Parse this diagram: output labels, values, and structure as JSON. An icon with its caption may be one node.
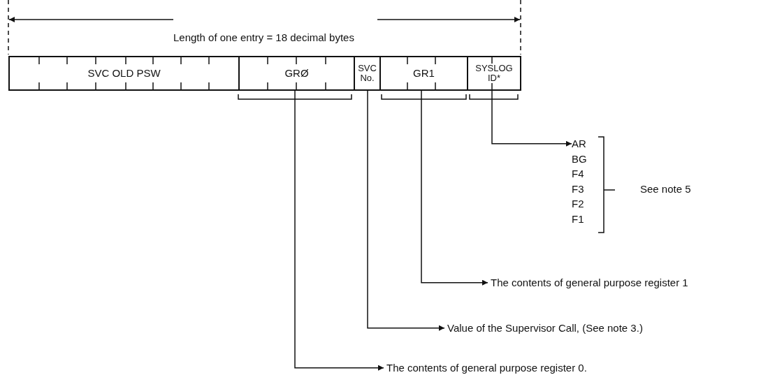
{
  "diagram": {
    "nodes": [
      {
        "text": [
          "SVC OLD PSW"
        ]
      },
      {
        "text": [
          "GRØ"
        ]
      },
      {
        "text": [
          "SVC No."
        ]
      },
      {
        "text": [
          "GR1"
        ]
      },
      {
        "text": [
          "SYSLOG ID*"
        ]
      },
      {
        "text": [
          "AR",
          "BG",
          "F4",
          "F3",
          "F2",
          "F1"
        ]
      },
      {
        "text": [
          "The contents of general purpose register 1"
        ]
      },
      {
        "text": [
          "Value of the Supervisor Call, (See note 3.)"
        ]
      },
      {
        "text": [
          "The contents of general purpose register 0."
        ]
      }
    ],
    "edges": [
      {
        "from": 4,
        "to": 5,
        "arrow": "to"
      },
      {
        "from": 3,
        "to": 6,
        "arrow": "to"
      },
      {
        "from": 2,
        "to": 7,
        "arrow": "to"
      },
      {
        "from": 1,
        "to": 8,
        "arrow": "to"
      }
    ],
    "labels": [
      "Length of one entry = 18 decimal bytes",
      "See note 5"
    ]
  }
}
